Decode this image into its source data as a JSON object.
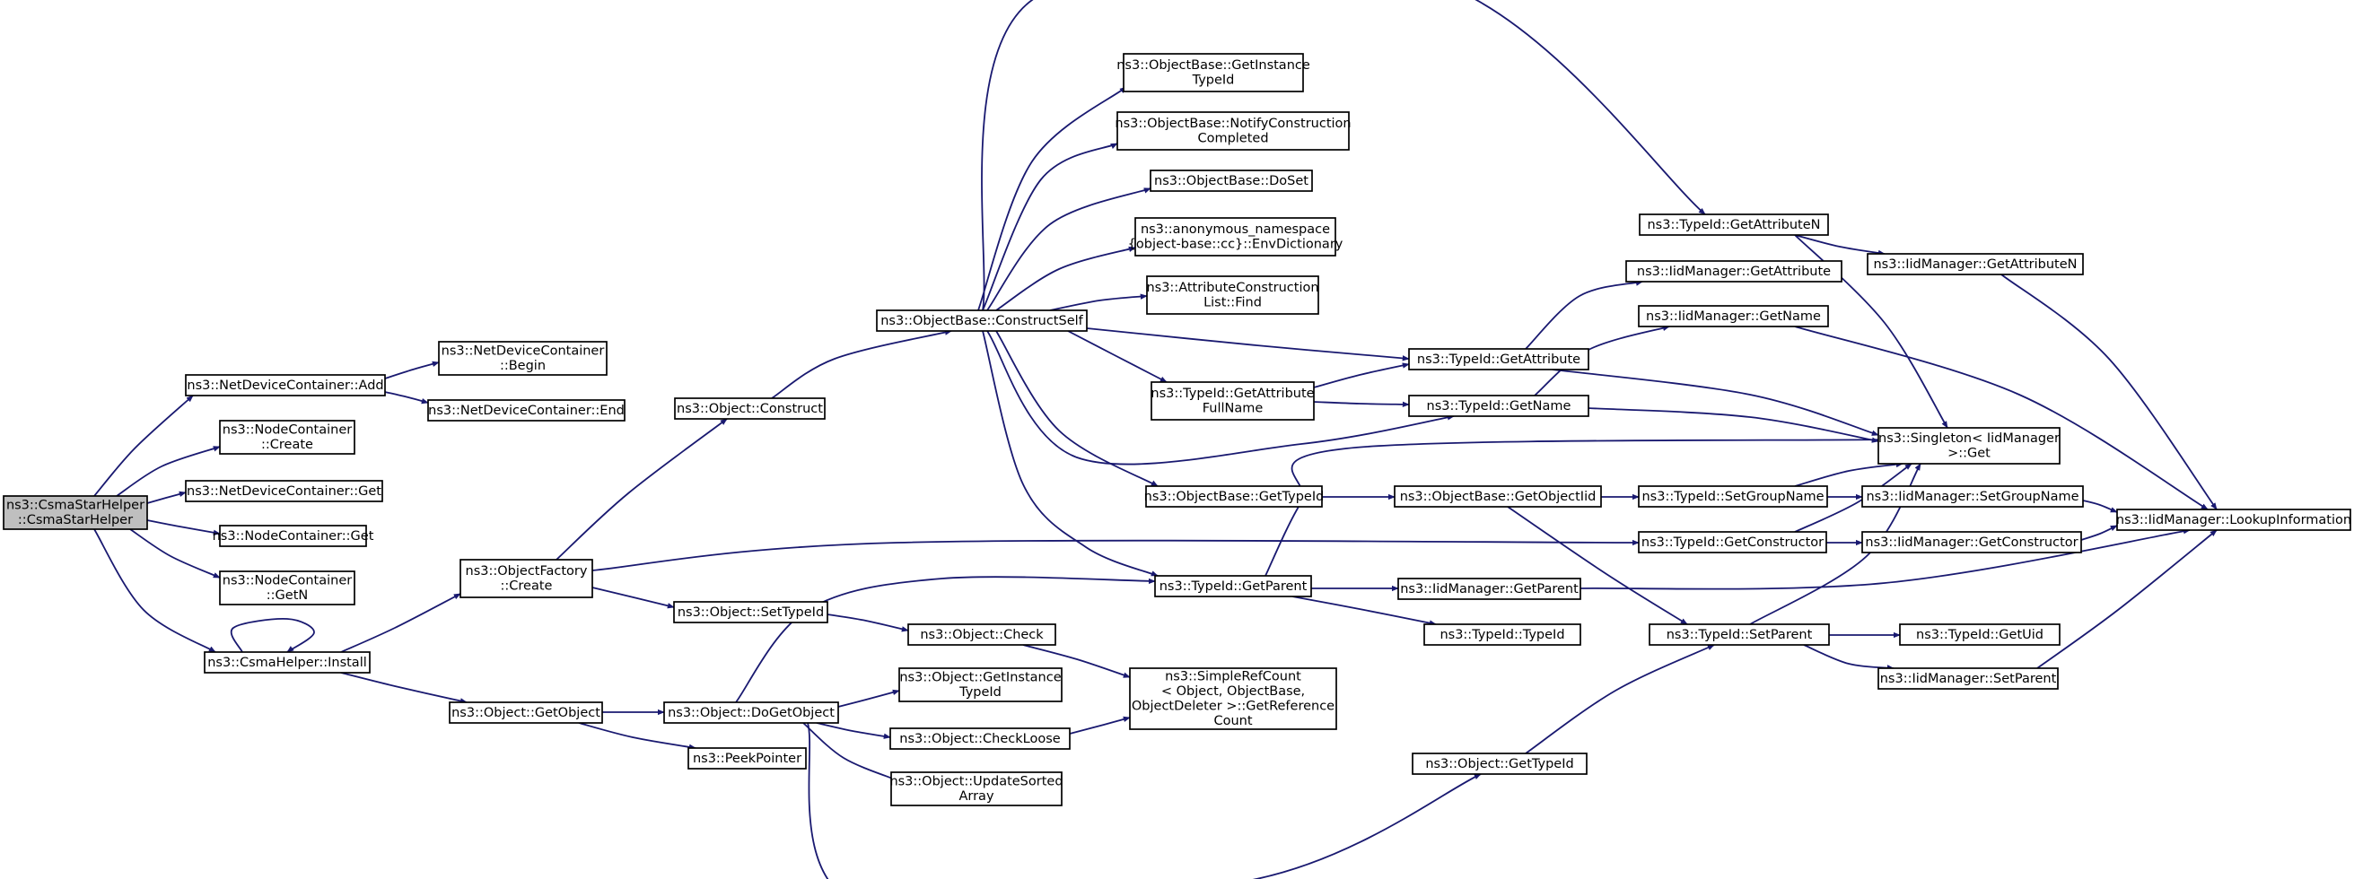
{
  "diagram": {
    "type": "call-graph",
    "colors": {
      "edge": "#191970",
      "root_fill": "#bfbfbf",
      "node_fill": "#ffffff",
      "border": "#000000"
    },
    "nodes": [
      {
        "id": "root",
        "lines": [
          "ns3::CsmaStarHelper",
          "::CsmaStarHelper"
        ],
        "root": true
      },
      {
        "id": "ndc_add",
        "lines": [
          "ns3::NetDeviceContainer::Add"
        ]
      },
      {
        "id": "ndc_begin",
        "lines": [
          "ns3::NetDeviceContainer",
          "::Begin"
        ]
      },
      {
        "id": "ndc_end",
        "lines": [
          "ns3::NetDeviceContainer::End"
        ]
      },
      {
        "id": "nc_create",
        "lines": [
          "ns3::NodeContainer",
          "::Create"
        ]
      },
      {
        "id": "ndc_get",
        "lines": [
          "ns3::NetDeviceContainer::Get"
        ]
      },
      {
        "id": "nc_get",
        "lines": [
          "ns3::NodeContainer::Get"
        ]
      },
      {
        "id": "nc_getn",
        "lines": [
          "ns3::NodeContainer",
          "::GetN"
        ]
      },
      {
        "id": "csma_install",
        "lines": [
          "ns3::CsmaHelper::Install"
        ]
      },
      {
        "id": "of_create",
        "lines": [
          "ns3::ObjectFactory",
          "::Create"
        ]
      },
      {
        "id": "obj_getobject",
        "lines": [
          "ns3::Object::GetObject"
        ]
      },
      {
        "id": "obj_construct",
        "lines": [
          "ns3::Object::Construct"
        ]
      },
      {
        "id": "obj_settypeid",
        "lines": [
          "ns3::Object::SetTypeId"
        ]
      },
      {
        "id": "obj_dogetobject",
        "lines": [
          "ns3::Object::DoGetObject"
        ]
      },
      {
        "id": "peekpointer",
        "lines": [
          "ns3::PeekPointer"
        ]
      },
      {
        "id": "ob_constructself",
        "lines": [
          "ns3::ObjectBase::ConstructSelf"
        ]
      },
      {
        "id": "obj_check",
        "lines": [
          "ns3::Object::Check"
        ]
      },
      {
        "id": "obj_getinstancetypeid",
        "lines": [
          "ns3::Object::GetInstance",
          "TypeId"
        ]
      },
      {
        "id": "obj_checkloose",
        "lines": [
          "ns3::Object::CheckLoose"
        ]
      },
      {
        "id": "obj_updatesorted",
        "lines": [
          "ns3::Object::UpdateSorted",
          "Array"
        ]
      },
      {
        "id": "ob_getinstancetypeid",
        "lines": [
          "ns3::ObjectBase::GetInstance",
          "TypeId"
        ]
      },
      {
        "id": "ob_notify",
        "lines": [
          "ns3::ObjectBase::NotifyConstruction",
          "Completed"
        ]
      },
      {
        "id": "ob_doset",
        "lines": [
          "ns3::ObjectBase::DoSet"
        ]
      },
      {
        "id": "anon_envdict",
        "lines": [
          "ns3::anonymous_namespace",
          "{object-base::cc}::EnvDictionary"
        ]
      },
      {
        "id": "acl_find",
        "lines": [
          "ns3::AttributeConstruction",
          "List::Find"
        ]
      },
      {
        "id": "tid_getattrfullname",
        "lines": [
          "ns3::TypeId::GetAttribute",
          "FullName"
        ]
      },
      {
        "id": "ob_gettypeid",
        "lines": [
          "ns3::ObjectBase::GetTypeId"
        ]
      },
      {
        "id": "tid_getparent",
        "lines": [
          "ns3::TypeId::GetParent"
        ]
      },
      {
        "id": "srefcount",
        "lines": [
          "ns3::SimpleRefCount",
          "< Object, ObjectBase,",
          "ObjectDeleter >::GetReference",
          "Count"
        ]
      },
      {
        "id": "tid_getattr",
        "lines": [
          "ns3::TypeId::GetAttribute"
        ]
      },
      {
        "id": "tid_getname",
        "lines": [
          "ns3::TypeId::GetName"
        ]
      },
      {
        "id": "ob_getobjectiid",
        "lines": [
          "ns3::ObjectBase::GetObjectIid"
        ]
      },
      {
        "id": "iid_getparent",
        "lines": [
          "ns3::IidManager::GetParent"
        ]
      },
      {
        "id": "tid_typeid",
        "lines": [
          "ns3::TypeId::TypeId"
        ]
      },
      {
        "id": "obj_gettypeid",
        "lines": [
          "ns3::Object::GetTypeId"
        ]
      },
      {
        "id": "tid_getattrn",
        "lines": [
          "ns3::TypeId::GetAttributeN"
        ]
      },
      {
        "id": "iid_getattr",
        "lines": [
          "ns3::IidManager::GetAttribute"
        ]
      },
      {
        "id": "iid_getname",
        "lines": [
          "ns3::IidManager::GetName"
        ]
      },
      {
        "id": "tid_setgroupname",
        "lines": [
          "ns3::TypeId::SetGroupName"
        ]
      },
      {
        "id": "tid_getconstructor",
        "lines": [
          "ns3::TypeId::GetConstructor"
        ]
      },
      {
        "id": "tid_setparent",
        "lines": [
          "ns3::TypeId::SetParent"
        ]
      },
      {
        "id": "iid_getattrn",
        "lines": [
          "ns3::IidManager::GetAttributeN"
        ]
      },
      {
        "id": "singleton_get",
        "lines": [
          "ns3::Singleton< IidManager",
          ">::Get"
        ]
      },
      {
        "id": "iid_setgroupname",
        "lines": [
          "ns3::IidManager::SetGroupName"
        ]
      },
      {
        "id": "iid_getconstructor",
        "lines": [
          "ns3::IidManager::GetConstructor"
        ]
      },
      {
        "id": "tid_getuid",
        "lines": [
          "ns3::TypeId::GetUid"
        ]
      },
      {
        "id": "iid_setparent",
        "lines": [
          "ns3::IidManager::SetParent"
        ]
      },
      {
        "id": "iid_lookup",
        "lines": [
          "ns3::IidManager::LookupInformation"
        ]
      }
    ],
    "edges": [
      {
        "from": "root",
        "to": "ndc_add"
      },
      {
        "from": "root",
        "to": "nc_create"
      },
      {
        "from": "root",
        "to": "ndc_get"
      },
      {
        "from": "root",
        "to": "nc_get"
      },
      {
        "from": "root",
        "to": "nc_getn"
      },
      {
        "from": "root",
        "to": "csma_install"
      },
      {
        "from": "ndc_add",
        "to": "ndc_begin"
      },
      {
        "from": "ndc_add",
        "to": "ndc_end"
      },
      {
        "from": "csma_install",
        "to": "csma_install"
      },
      {
        "from": "csma_install",
        "to": "of_create"
      },
      {
        "from": "csma_install",
        "to": "obj_getobject"
      },
      {
        "from": "of_create",
        "to": "obj_construct"
      },
      {
        "from": "of_create",
        "to": "obj_settypeid"
      },
      {
        "from": "of_create",
        "to": "tid_getconstructor"
      },
      {
        "from": "obj_construct",
        "to": "ob_constructself"
      },
      {
        "from": "obj_settypeid",
        "to": "obj_check"
      },
      {
        "from": "obj_getobject",
        "to": "obj_dogetobject"
      },
      {
        "from": "obj_getobject",
        "to": "peekpointer"
      },
      {
        "from": "obj_dogetobject",
        "to": "obj_getinstancetypeid"
      },
      {
        "from": "obj_dogetobject",
        "to": "obj_checkloose"
      },
      {
        "from": "obj_dogetobject",
        "to": "obj_updatesorted"
      },
      {
        "from": "obj_dogetobject",
        "to": "tid_getparent"
      },
      {
        "from": "obj_dogetobject",
        "to": "obj_gettypeid"
      },
      {
        "from": "obj_check",
        "to": "srefcount"
      },
      {
        "from": "obj_checkloose",
        "to": "srefcount"
      },
      {
        "from": "ob_constructself",
        "to": "ob_getinstancetypeid"
      },
      {
        "from": "ob_constructself",
        "to": "ob_notify"
      },
      {
        "from": "ob_constructself",
        "to": "ob_doset"
      },
      {
        "from": "ob_constructself",
        "to": "anon_envdict"
      },
      {
        "from": "ob_constructself",
        "to": "acl_find"
      },
      {
        "from": "ob_constructself",
        "to": "tid_getattrfullname"
      },
      {
        "from": "ob_constructself",
        "to": "ob_gettypeid"
      },
      {
        "from": "ob_constructself",
        "to": "tid_getparent"
      },
      {
        "from": "ob_constructself",
        "to": "tid_getattr"
      },
      {
        "from": "ob_constructself",
        "to": "tid_getname"
      },
      {
        "from": "ob_constructself",
        "to": "tid_getattrn"
      },
      {
        "from": "tid_getattrfullname",
        "to": "tid_getattr"
      },
      {
        "from": "tid_getattrfullname",
        "to": "tid_getname"
      },
      {
        "from": "ob_gettypeid",
        "to": "ob_getobjectiid"
      },
      {
        "from": "ob_getobjectiid",
        "to": "tid_setgroupname"
      },
      {
        "from": "ob_getobjectiid",
        "to": "tid_setparent"
      },
      {
        "from": "tid_getparent",
        "to": "iid_getparent"
      },
      {
        "from": "tid_getparent",
        "to": "tid_typeid"
      },
      {
        "from": "tid_getparent",
        "to": "singleton_get"
      },
      {
        "from": "tid_getattr",
        "to": "iid_getattr"
      },
      {
        "from": "tid_getattr",
        "to": "singleton_get"
      },
      {
        "from": "tid_getname",
        "to": "iid_getname"
      },
      {
        "from": "tid_getname",
        "to": "singleton_get"
      },
      {
        "from": "tid_getattrn",
        "to": "iid_getattrn"
      },
      {
        "from": "tid_getattrn",
        "to": "singleton_get"
      },
      {
        "from": "tid_setgroupname",
        "to": "iid_setgroupname"
      },
      {
        "from": "tid_setgroupname",
        "to": "singleton_get"
      },
      {
        "from": "tid_getconstructor",
        "to": "iid_getconstructor"
      },
      {
        "from": "tid_getconstructor",
        "to": "singleton_get"
      },
      {
        "from": "tid_setparent",
        "to": "tid_getuid"
      },
      {
        "from": "tid_setparent",
        "to": "iid_setparent"
      },
      {
        "from": "tid_setparent",
        "to": "singleton_get"
      },
      {
        "from": "obj_gettypeid",
        "to": "tid_setparent"
      },
      {
        "from": "iid_getparent",
        "to": "iid_lookup"
      },
      {
        "from": "iid_getname",
        "to": "iid_lookup"
      },
      {
        "from": "iid_getattrn",
        "to": "iid_lookup"
      },
      {
        "from": "iid_setgroupname",
        "to": "iid_lookup"
      },
      {
        "from": "iid_getconstructor",
        "to": "iid_lookup"
      },
      {
        "from": "iid_setparent",
        "to": "iid_lookup"
      }
    ]
  }
}
